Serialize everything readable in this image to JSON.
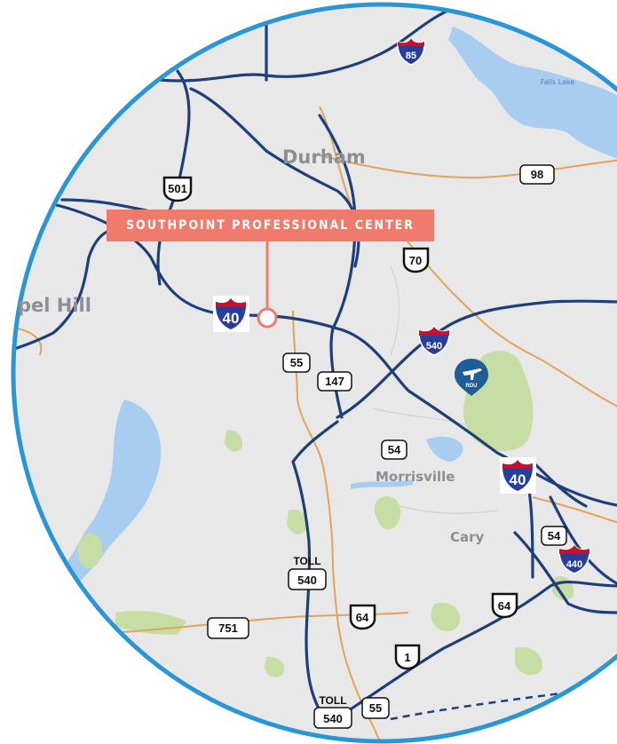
{
  "map": {
    "callout": {
      "label": "SOUTHPOINT PROFESSIONAL CENTER",
      "color": "#f07a6b"
    },
    "places": [
      {
        "id": "durham",
        "label": "Durham"
      },
      {
        "id": "chapel-hill",
        "label": "pel Hill"
      },
      {
        "id": "morrisville",
        "label": "Morrisville"
      },
      {
        "id": "cary",
        "label": "Cary"
      }
    ],
    "water_labels": [
      {
        "id": "falls-lake",
        "label": "Falls Lake"
      }
    ],
    "shields": {
      "interstate": [
        {
          "id": "i85",
          "number": "85"
        },
        {
          "id": "i40-west",
          "number": "40"
        },
        {
          "id": "i540",
          "number": "540"
        },
        {
          "id": "i40-east",
          "number": "40"
        },
        {
          "id": "i440",
          "number": "440"
        }
      ],
      "state_routes": [
        {
          "id": "nc98",
          "number": "98"
        },
        {
          "id": "nc55-north",
          "number": "55"
        },
        {
          "id": "nc147",
          "number": "147"
        },
        {
          "id": "nc54-morrisville",
          "number": "54"
        },
        {
          "id": "nc54-cary",
          "number": "54"
        },
        {
          "id": "nc751",
          "number": "751"
        },
        {
          "id": "nc55-south",
          "number": "55"
        }
      ],
      "us_routes": [
        {
          "id": "us501",
          "number": "501"
        },
        {
          "id": "us70",
          "number": "70"
        },
        {
          "id": "us64-west",
          "number": "64"
        },
        {
          "id": "us64-east",
          "number": "64"
        },
        {
          "id": "us1",
          "number": "1"
        }
      ],
      "toll_routes": [
        {
          "id": "toll540-north",
          "toll": "TOLL",
          "number": "540"
        },
        {
          "id": "toll540-south",
          "toll": "TOLL",
          "number": "540"
        }
      ]
    },
    "airport": {
      "label": "RDU"
    },
    "colors": {
      "land": "#e8e8e8",
      "water": "#a9cdf0",
      "park": "#c6dda4",
      "highway": "#1e3f7a",
      "arterial": "#e3a35b",
      "ring": "#2a96d6",
      "interstate_shield": "#273f9a",
      "interstate_top": "#c8102e"
    }
  }
}
